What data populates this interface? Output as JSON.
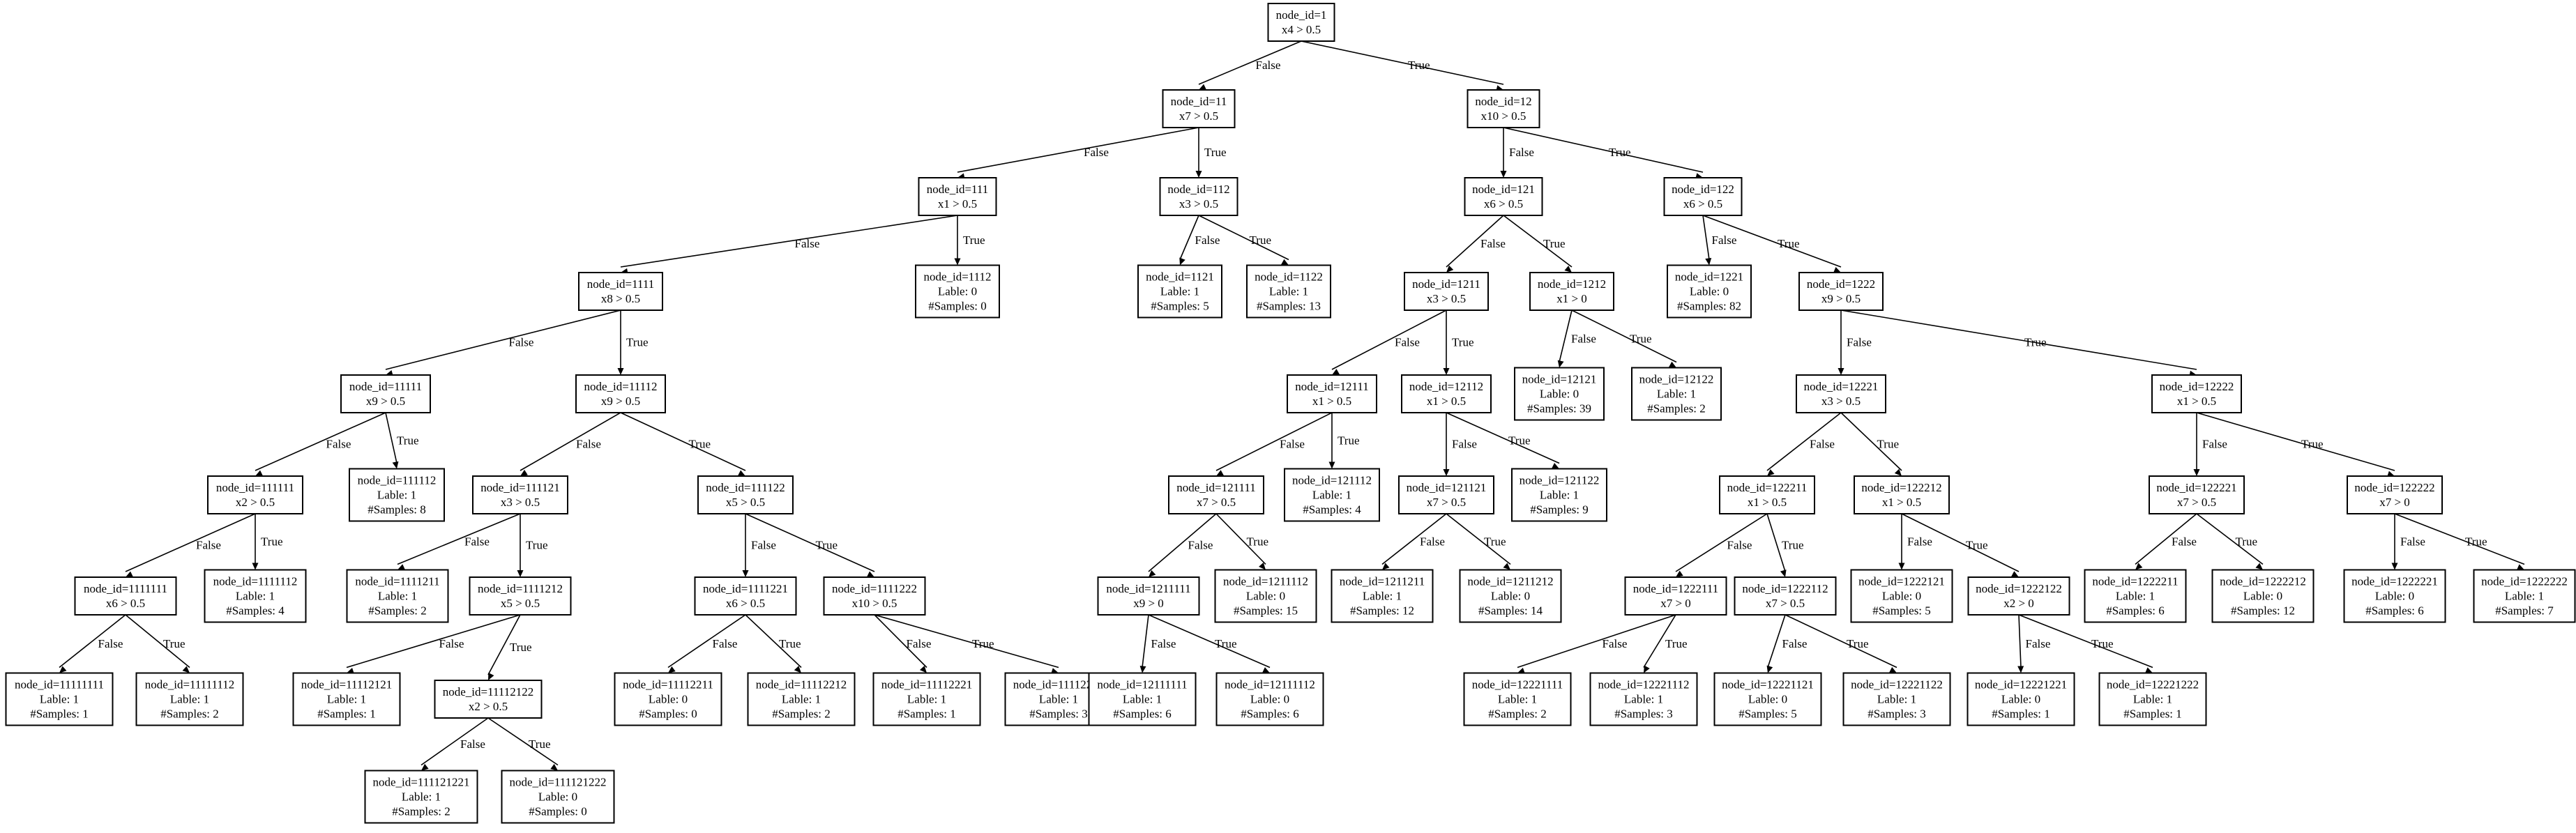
{
  "tree": {
    "nodes": [
      {
        "id": "1",
        "lines": [
          "node_id=1",
          "x4 > 0.5"
        ]
      },
      {
        "id": "11",
        "lines": [
          "node_id=11",
          "x7 > 0.5"
        ]
      },
      {
        "id": "12",
        "lines": [
          "node_id=12",
          "x10 > 0.5"
        ]
      },
      {
        "id": "111",
        "lines": [
          "node_id=111",
          "x1 > 0.5"
        ]
      },
      {
        "id": "112",
        "lines": [
          "node_id=112",
          "x3 > 0.5"
        ]
      },
      {
        "id": "121",
        "lines": [
          "node_id=121",
          "x6 > 0.5"
        ]
      },
      {
        "id": "122",
        "lines": [
          "node_id=122",
          "x6 > 0.5"
        ]
      },
      {
        "id": "1111",
        "lines": [
          "node_id=1111",
          "x8 > 0.5"
        ]
      },
      {
        "id": "1112",
        "lines": [
          "node_id=1112",
          "Lable: 0",
          "#Samples: 0"
        ]
      },
      {
        "id": "1121",
        "lines": [
          "node_id=1121",
          "Lable: 1",
          "#Samples: 5"
        ]
      },
      {
        "id": "1122",
        "lines": [
          "node_id=1122",
          "Lable: 1",
          "#Samples: 13"
        ]
      },
      {
        "id": "1211",
        "lines": [
          "node_id=1211",
          "x3 > 0.5"
        ]
      },
      {
        "id": "1212",
        "lines": [
          "node_id=1212",
          "x1 > 0"
        ]
      },
      {
        "id": "1221",
        "lines": [
          "node_id=1221",
          "Lable: 0",
          "#Samples: 82"
        ]
      },
      {
        "id": "1222",
        "lines": [
          "node_id=1222",
          "x9 > 0.5"
        ]
      },
      {
        "id": "11111",
        "lines": [
          "node_id=11111",
          "x9 > 0.5"
        ]
      },
      {
        "id": "11112",
        "lines": [
          "node_id=11112",
          "x9 > 0.5"
        ]
      },
      {
        "id": "12111",
        "lines": [
          "node_id=12111",
          "x1 > 0.5"
        ]
      },
      {
        "id": "12112",
        "lines": [
          "node_id=12112",
          "x1 > 0.5"
        ]
      },
      {
        "id": "12121",
        "lines": [
          "node_id=12121",
          "Lable: 0",
          "#Samples: 39"
        ]
      },
      {
        "id": "12122",
        "lines": [
          "node_id=12122",
          "Lable: 1",
          "#Samples: 2"
        ]
      },
      {
        "id": "12221",
        "lines": [
          "node_id=12221",
          "x3 > 0.5"
        ]
      },
      {
        "id": "12222",
        "lines": [
          "node_id=12222",
          "x1 > 0.5"
        ]
      },
      {
        "id": "111111",
        "lines": [
          "node_id=111111",
          "x2 > 0.5"
        ]
      },
      {
        "id": "111112",
        "lines": [
          "node_id=111112",
          "Lable: 1",
          "#Samples: 8"
        ]
      },
      {
        "id": "111121",
        "lines": [
          "node_id=111121",
          "x3 > 0.5"
        ]
      },
      {
        "id": "111122",
        "lines": [
          "node_id=111122",
          "x5 > 0.5"
        ]
      },
      {
        "id": "121111",
        "lines": [
          "node_id=121111",
          "x7 > 0.5"
        ]
      },
      {
        "id": "121112",
        "lines": [
          "node_id=121112",
          "Lable: 1",
          "#Samples: 4"
        ]
      },
      {
        "id": "121121",
        "lines": [
          "node_id=121121",
          "x7 > 0.5"
        ]
      },
      {
        "id": "121122",
        "lines": [
          "node_id=121122",
          "Lable: 1",
          "#Samples: 9"
        ]
      },
      {
        "id": "122211",
        "lines": [
          "node_id=122211",
          "x1 > 0.5"
        ]
      },
      {
        "id": "122212",
        "lines": [
          "node_id=122212",
          "x1 > 0.5"
        ]
      },
      {
        "id": "122221",
        "lines": [
          "node_id=122221",
          "x7 > 0.5"
        ]
      },
      {
        "id": "122222",
        "lines": [
          "node_id=122222",
          "x7 > 0"
        ]
      },
      {
        "id": "1111111",
        "lines": [
          "node_id=1111111",
          "x6 > 0.5"
        ]
      },
      {
        "id": "1111112",
        "lines": [
          "node_id=1111112",
          "Lable: 1",
          "#Samples: 4"
        ]
      },
      {
        "id": "1111211",
        "lines": [
          "node_id=1111211",
          "Lable: 1",
          "#Samples: 2"
        ]
      },
      {
        "id": "1111212",
        "lines": [
          "node_id=1111212",
          "x5 > 0.5"
        ]
      },
      {
        "id": "1111221",
        "lines": [
          "node_id=1111221",
          "x6 > 0.5"
        ]
      },
      {
        "id": "1111222",
        "lines": [
          "node_id=1111222",
          "x10 > 0.5"
        ]
      },
      {
        "id": "1211111",
        "lines": [
          "node_id=1211111",
          "x9 > 0"
        ]
      },
      {
        "id": "1211112",
        "lines": [
          "node_id=1211112",
          "Lable: 0",
          "#Samples: 15"
        ]
      },
      {
        "id": "1211211",
        "lines": [
          "node_id=1211211",
          "Lable: 1",
          "#Samples: 12"
        ]
      },
      {
        "id": "1211212",
        "lines": [
          "node_id=1211212",
          "Lable: 0",
          "#Samples: 14"
        ]
      },
      {
        "id": "1222111",
        "lines": [
          "node_id=1222111",
          "x7 > 0"
        ]
      },
      {
        "id": "1222112",
        "lines": [
          "node_id=1222112",
          "x7 > 0.5"
        ]
      },
      {
        "id": "1222121",
        "lines": [
          "node_id=1222121",
          "Lable: 0",
          "#Samples: 5"
        ]
      },
      {
        "id": "1222122",
        "lines": [
          "node_id=1222122",
          "x2 > 0"
        ]
      },
      {
        "id": "1222211",
        "lines": [
          "node_id=1222211",
          "Lable: 1",
          "#Samples: 6"
        ]
      },
      {
        "id": "1222212",
        "lines": [
          "node_id=1222212",
          "Lable: 0",
          "#Samples: 12"
        ]
      },
      {
        "id": "1222221",
        "lines": [
          "node_id=1222221",
          "Lable: 0",
          "#Samples: 6"
        ]
      },
      {
        "id": "1222222",
        "lines": [
          "node_id=1222222",
          "Lable: 1",
          "#Samples: 7"
        ]
      },
      {
        "id": "11111111",
        "lines": [
          "node_id=11111111",
          "Lable: 1",
          "#Samples: 1"
        ]
      },
      {
        "id": "11111112",
        "lines": [
          "node_id=11111112",
          "Lable: 1",
          "#Samples: 2"
        ]
      },
      {
        "id": "11112121",
        "lines": [
          "node_id=11112121",
          "Lable: 1",
          "#Samples: 1"
        ]
      },
      {
        "id": "11112122",
        "lines": [
          "node_id=11112122",
          "x2 > 0.5"
        ]
      },
      {
        "id": "11112211",
        "lines": [
          "node_id=11112211",
          "Lable: 0",
          "#Samples: 0"
        ]
      },
      {
        "id": "11112212",
        "lines": [
          "node_id=11112212",
          "Lable: 1",
          "#Samples: 2"
        ]
      },
      {
        "id": "11112221",
        "lines": [
          "node_id=11112221",
          "Lable: 1",
          "#Samples: 1"
        ]
      },
      {
        "id": "11112222",
        "lines": [
          "node_id=11112222",
          "Lable: 1",
          "#Samples: 3"
        ]
      },
      {
        "id": "12111111",
        "lines": [
          "node_id=12111111",
          "Lable: 1",
          "#Samples: 6"
        ]
      },
      {
        "id": "12111112",
        "lines": [
          "node_id=12111112",
          "Lable: 0",
          "#Samples: 6"
        ]
      },
      {
        "id": "12221111",
        "lines": [
          "node_id=12221111",
          "Lable: 1",
          "#Samples: 2"
        ]
      },
      {
        "id": "12221112",
        "lines": [
          "node_id=12221112",
          "Lable: 1",
          "#Samples: 3"
        ]
      },
      {
        "id": "12221121",
        "lines": [
          "node_id=12221121",
          "Lable: 0",
          "#Samples: 5"
        ]
      },
      {
        "id": "12221122",
        "lines": [
          "node_id=12221122",
          "Lable: 1",
          "#Samples: 3"
        ]
      },
      {
        "id": "12221221",
        "lines": [
          "node_id=12221221",
          "Lable: 0",
          "#Samples: 1"
        ]
      },
      {
        "id": "12221222",
        "lines": [
          "node_id=12221222",
          "Lable: 1",
          "#Samples: 1"
        ]
      },
      {
        "id": "111121221",
        "lines": [
          "node_id=111121221",
          "Lable: 1",
          "#Samples: 2"
        ]
      },
      {
        "id": "111121222",
        "lines": [
          "node_id=111121222",
          "Lable: 0",
          "#Samples: 0"
        ]
      }
    ],
    "edges": [
      {
        "from": "1",
        "to": "11",
        "label": "False"
      },
      {
        "from": "1",
        "to": "12",
        "label": "True"
      },
      {
        "from": "11",
        "to": "111",
        "label": "False"
      },
      {
        "from": "11",
        "to": "112",
        "label": "True"
      },
      {
        "from": "12",
        "to": "121",
        "label": "False"
      },
      {
        "from": "12",
        "to": "122",
        "label": "True"
      },
      {
        "from": "111",
        "to": "1111",
        "label": "False"
      },
      {
        "from": "111",
        "to": "1112",
        "label": "True"
      },
      {
        "from": "112",
        "to": "1121",
        "label": "False"
      },
      {
        "from": "112",
        "to": "1122",
        "label": "True"
      },
      {
        "from": "121",
        "to": "1211",
        "label": "False"
      },
      {
        "from": "121",
        "to": "1212",
        "label": "True"
      },
      {
        "from": "122",
        "to": "1221",
        "label": "False"
      },
      {
        "from": "122",
        "to": "1222",
        "label": "True"
      },
      {
        "from": "1111",
        "to": "11111",
        "label": "False"
      },
      {
        "from": "1111",
        "to": "11112",
        "label": "True"
      },
      {
        "from": "1211",
        "to": "12111",
        "label": "False"
      },
      {
        "from": "1211",
        "to": "12112",
        "label": "True"
      },
      {
        "from": "1212",
        "to": "12121",
        "label": "False"
      },
      {
        "from": "1212",
        "to": "12122",
        "label": "True"
      },
      {
        "from": "1222",
        "to": "12221",
        "label": "False"
      },
      {
        "from": "1222",
        "to": "12222",
        "label": "True"
      },
      {
        "from": "11111",
        "to": "111111",
        "label": "False"
      },
      {
        "from": "11111",
        "to": "111112",
        "label": "True"
      },
      {
        "from": "11112",
        "to": "111121",
        "label": "False"
      },
      {
        "from": "11112",
        "to": "111122",
        "label": "True"
      },
      {
        "from": "12111",
        "to": "121111",
        "label": "False"
      },
      {
        "from": "12111",
        "to": "121112",
        "label": "True"
      },
      {
        "from": "12112",
        "to": "121121",
        "label": "False"
      },
      {
        "from": "12112",
        "to": "121122",
        "label": "True"
      },
      {
        "from": "12221",
        "to": "122211",
        "label": "False"
      },
      {
        "from": "12221",
        "to": "122212",
        "label": "True"
      },
      {
        "from": "12222",
        "to": "122221",
        "label": "False"
      },
      {
        "from": "12222",
        "to": "122222",
        "label": "True"
      },
      {
        "from": "111111",
        "to": "1111111",
        "label": "False"
      },
      {
        "from": "111111",
        "to": "1111112",
        "label": "True"
      },
      {
        "from": "111121",
        "to": "1111211",
        "label": "False"
      },
      {
        "from": "111121",
        "to": "1111212",
        "label": "True"
      },
      {
        "from": "111122",
        "to": "1111221",
        "label": "False"
      },
      {
        "from": "111122",
        "to": "1111222",
        "label": "True"
      },
      {
        "from": "121111",
        "to": "1211111",
        "label": "False"
      },
      {
        "from": "121111",
        "to": "1211112",
        "label": "True"
      },
      {
        "from": "121121",
        "to": "1211211",
        "label": "False"
      },
      {
        "from": "121121",
        "to": "1211212",
        "label": "True"
      },
      {
        "from": "122211",
        "to": "1222111",
        "label": "False"
      },
      {
        "from": "122211",
        "to": "1222112",
        "label": "True"
      },
      {
        "from": "122212",
        "to": "1222121",
        "label": "False"
      },
      {
        "from": "122212",
        "to": "1222122",
        "label": "True"
      },
      {
        "from": "122221",
        "to": "1222211",
        "label": "False"
      },
      {
        "from": "122221",
        "to": "1222212",
        "label": "True"
      },
      {
        "from": "122222",
        "to": "1222221",
        "label": "False"
      },
      {
        "from": "122222",
        "to": "1222222",
        "label": "True"
      },
      {
        "from": "1111111",
        "to": "11111111",
        "label": "False"
      },
      {
        "from": "1111111",
        "to": "11111112",
        "label": "True"
      },
      {
        "from": "1111212",
        "to": "11112121",
        "label": "False"
      },
      {
        "from": "1111212",
        "to": "11112122",
        "label": "True"
      },
      {
        "from": "1111221",
        "to": "11112211",
        "label": "False"
      },
      {
        "from": "1111221",
        "to": "11112212",
        "label": "True"
      },
      {
        "from": "1111222",
        "to": "11112221",
        "label": "False"
      },
      {
        "from": "1111222",
        "to": "11112222",
        "label": "True"
      },
      {
        "from": "1211111",
        "to": "12111111",
        "label": "False"
      },
      {
        "from": "1211111",
        "to": "12111112",
        "label": "True"
      },
      {
        "from": "1222111",
        "to": "12221111",
        "label": "False"
      },
      {
        "from": "1222111",
        "to": "12221112",
        "label": "True"
      },
      {
        "from": "1222112",
        "to": "12221121",
        "label": "False"
      },
      {
        "from": "1222112",
        "to": "12221122",
        "label": "True"
      },
      {
        "from": "1222122",
        "to": "12221221",
        "label": "False"
      },
      {
        "from": "1222122",
        "to": "12221222",
        "label": "True"
      },
      {
        "from": "11112122",
        "to": "111121221",
        "label": "False"
      },
      {
        "from": "11112122",
        "to": "111121222",
        "label": "True"
      }
    ]
  }
}
